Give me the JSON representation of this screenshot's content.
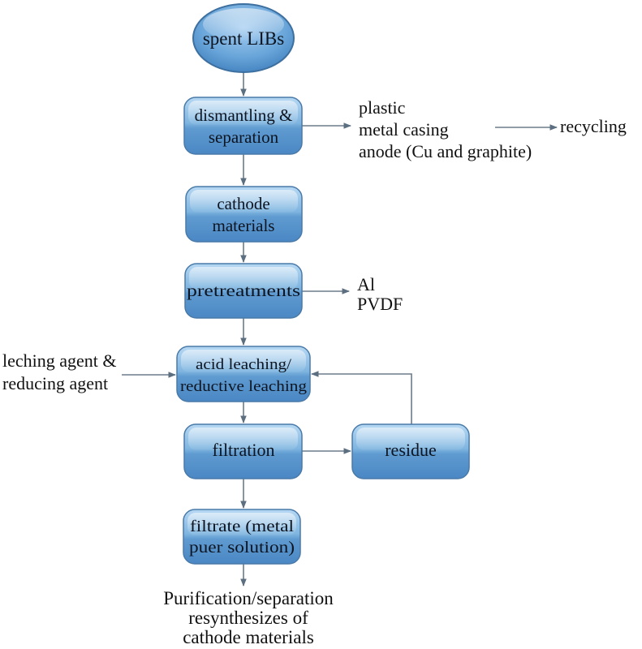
{
  "diagram": {
    "type": "flowchart",
    "colors": {
      "node_fill_top": "#a9cfee",
      "node_fill_mid": "#6fa8d8",
      "node_fill_bottom": "#3f7fbd",
      "node_border": "#4a7aa8",
      "connector": "#5c6f80",
      "text": "#111111"
    },
    "nodes": {
      "spent_libs": {
        "label": "spent LIBs",
        "shape": "ellipse"
      },
      "dismantling": {
        "lines": [
          "dismantling &",
          "separation"
        ]
      },
      "cathode": {
        "lines": [
          "cathode",
          "materials"
        ]
      },
      "pretreatments": {
        "lines": [
          "pretreatments"
        ]
      },
      "leaching": {
        "lines": [
          "acid leaching/",
          "reductive leaching"
        ]
      },
      "filtration": {
        "lines": [
          "filtration"
        ]
      },
      "residue": {
        "lines": [
          "residue"
        ]
      },
      "filtrate": {
        "lines": [
          "filtrate (metal",
          "puer solution)"
        ]
      }
    },
    "labels": {
      "byproducts": [
        "plastic",
        "metal casing",
        "anode (Cu and graphite)"
      ],
      "recycling": "recycling",
      "removed": [
        "Al",
        "PVDF"
      ],
      "agents": [
        "leching agent &",
        "reducing agent"
      ],
      "final": [
        "Purification/separation",
        "resynthesizes of",
        "cathode materials"
      ]
    },
    "edges": [
      {
        "from": "spent LIBs",
        "to": "dismantling & separation"
      },
      {
        "from": "dismantling & separation",
        "to": "plastic / metal casing / anode (Cu and graphite)"
      },
      {
        "from": "plastic / metal casing / anode (Cu and graphite)",
        "to": "recycling"
      },
      {
        "from": "dismantling & separation",
        "to": "cathode materials"
      },
      {
        "from": "cathode materials",
        "to": "pretreatments"
      },
      {
        "from": "pretreatments",
        "to": "Al / PVDF"
      },
      {
        "from": "pretreatments",
        "to": "acid leaching/reductive leaching"
      },
      {
        "from": "leching agent & reducing agent",
        "to": "acid leaching/reductive leaching"
      },
      {
        "from": "acid leaching/reductive leaching",
        "to": "filtration"
      },
      {
        "from": "filtration",
        "to": "residue"
      },
      {
        "from": "residue",
        "to": "acid leaching/reductive leaching"
      },
      {
        "from": "filtration",
        "to": "filtrate (metal puer solution)"
      },
      {
        "from": "filtrate (metal puer solution)",
        "to": "Purification/separation resynthesizes of cathode materials"
      }
    ]
  }
}
